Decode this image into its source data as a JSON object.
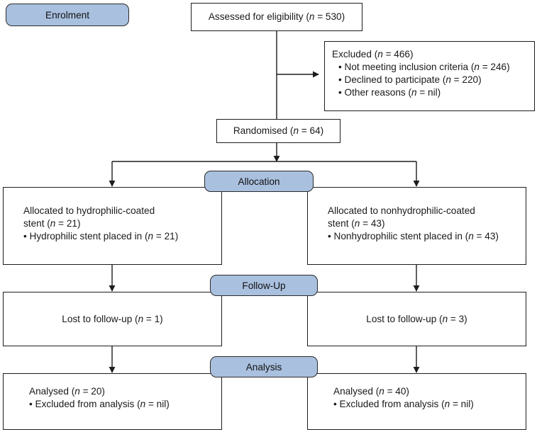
{
  "diagram": {
    "title": "CONSORT participant flow diagram",
    "type": "flowchart",
    "accent_color": "#a9c0df",
    "line_color": "#1d1d1d",
    "text_color": "#1a1a1a"
  },
  "stages": {
    "enrolment": "Enrolment",
    "allocation": "Allocation",
    "followup": "Follow-Up",
    "analysis": "Analysis"
  },
  "nodes": {
    "assessed": {
      "text": "Assessed for eligibility (n = 530)",
      "prefix": "Assessed for eligibility (",
      "italic": "n",
      "suffix": " = 530)"
    },
    "excluded": {
      "heading_prefix": "Excluded (",
      "heading_italic": "n",
      "heading_suffix": " = 466)",
      "items": [
        {
          "prefix": "• Not meeting inclusion criteria (",
          "italic": "n",
          "suffix": " = 246)"
        },
        {
          "prefix": "• Declined to participate (",
          "italic": "n",
          "suffix": " = 220)"
        },
        {
          "prefix": "• Other reasons (",
          "italic": "n",
          "suffix": " = nil)"
        }
      ]
    },
    "randomised": {
      "prefix": "Randomised (",
      "italic": "n",
      "suffix": " = 64)"
    },
    "alloc_left": {
      "line1": "Allocated to hydrophilic-coated",
      "line2_prefix": "stent (",
      "line2_italic": "n",
      "line2_suffix": " = 21)",
      "line3_prefix": "• Hydrophilic stent placed in (",
      "line3_italic": "n",
      "line3_suffix": " = 21)"
    },
    "alloc_right": {
      "line1": "Allocated to nonhydrophilic-coated",
      "line2_prefix": "stent (",
      "line2_italic": "n",
      "line2_suffix": " = 43)",
      "line3_prefix": "• Nonhydrophilic stent placed in (",
      "line3_italic": "n",
      "line3_suffix": " = 43)"
    },
    "followup_left": {
      "prefix": "Lost to follow-up  (",
      "italic": "n",
      "suffix": " = 1)"
    },
    "followup_right": {
      "prefix": "Lost to follow-up  (",
      "italic": "n",
      "suffix": " = 3)"
    },
    "analysis_left": {
      "line1_prefix": "Analysed (",
      "line1_italic": "n",
      "line1_suffix": " = 20)",
      "line2_prefix": "• Excluded from analysis (",
      "line2_italic": "n",
      "line2_suffix": " = nil)"
    },
    "analysis_right": {
      "line1_prefix": "Analysed (",
      "line1_italic": "n",
      "line1_suffix": " = 40)",
      "line2_prefix": "• Excluded from analysis (",
      "line2_italic": "n",
      "line2_suffix": " = nil)"
    }
  }
}
